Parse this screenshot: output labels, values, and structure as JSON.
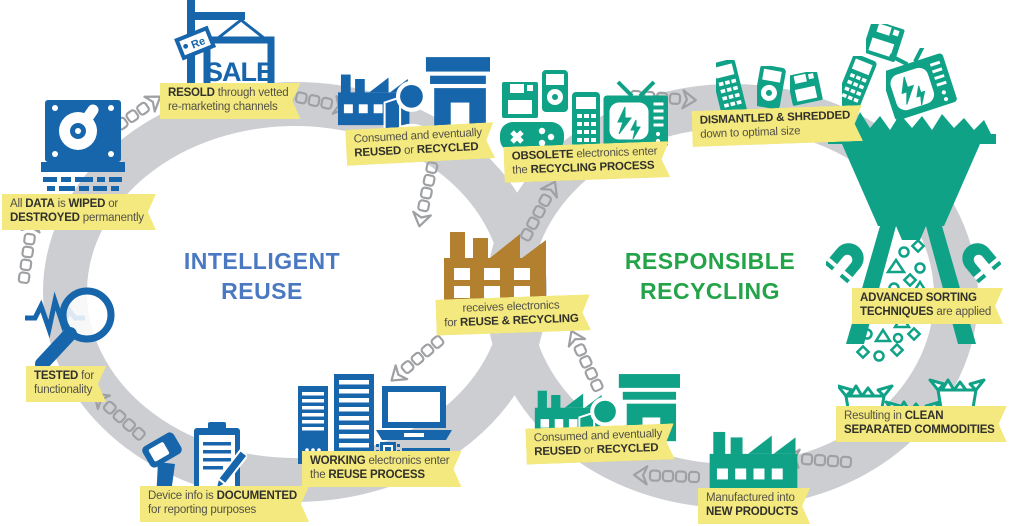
{
  "colors": {
    "blue": "#1766AC",
    "teal": "#0FA287",
    "green": "#24A449",
    "blueTitle": "#4B79C1",
    "brown": "#B2802F",
    "bannerYellow": "#F3E97E",
    "ringGray": "#CDCED1",
    "arrowGray": "#9EA0A3",
    "textDark": "#54514A",
    "textBold": "#31302B"
  },
  "titles": {
    "left": {
      "line1": "INTELLIGENT",
      "line2": "REUSE"
    },
    "right": {
      "line1": "RESPONSIBLE",
      "line2": "RECYCLING"
    }
  },
  "sale_sign": {
    "label": "SALE",
    "tag": "Re"
  },
  "banners": {
    "resold": {
      "lines": [
        [
          {
            "t": "RESOLD",
            "b": 1
          },
          {
            "t": " through vetted",
            "b": 0
          }
        ],
        [
          {
            "t": "re-marketing channels",
            "b": 0
          }
        ]
      ]
    },
    "consumed_blue": {
      "lines": [
        [
          {
            "t": "Consumed and eventually",
            "b": 0
          }
        ],
        [
          {
            "t": "REUSED",
            "b": 1
          },
          {
            "t": " or ",
            "b": 0
          },
          {
            "t": "RECYCLED",
            "b": 1
          }
        ]
      ]
    },
    "data_wiped": {
      "lines": [
        [
          {
            "t": "All ",
            "b": 0
          },
          {
            "t": "DATA",
            "b": 1
          },
          {
            "t": " is ",
            "b": 0
          },
          {
            "t": "WIPED",
            "b": 1
          },
          {
            "t": " or",
            "b": 0
          }
        ],
        [
          {
            "t": "DESTROYED",
            "b": 1
          },
          {
            "t": " permanently",
            "b": 0
          }
        ]
      ]
    },
    "tested": {
      "lines": [
        [
          {
            "t": "TESTED",
            "b": 1
          },
          {
            "t": " for",
            "b": 0
          }
        ],
        [
          {
            "t": "functionality",
            "b": 0
          }
        ]
      ]
    },
    "documented": {
      "lines": [
        [
          {
            "t": "Device info is ",
            "b": 0
          },
          {
            "t": "DOCUMENTED",
            "b": 1
          }
        ],
        [
          {
            "t": "for reporting purposes",
            "b": 0
          }
        ]
      ]
    },
    "working": {
      "lines": [
        [
          {
            "t": "WORKING",
            "b": 1
          },
          {
            "t": " electronics enter",
            "b": 0
          }
        ],
        [
          {
            "t": "the ",
            "b": 0
          },
          {
            "t": "REUSE PROCESS",
            "b": 1
          }
        ]
      ]
    },
    "receives": {
      "lines": [
        [
          {
            "t": "receives electronics",
            "b": 0
          }
        ],
        [
          {
            "t": "for ",
            "b": 0
          },
          {
            "t": "REUSE & RECYCLING",
            "b": 1
          }
        ]
      ]
    },
    "obsolete": {
      "lines": [
        [
          {
            "t": "OBSOLETE",
            "b": 1
          },
          {
            "t": " electronics enter",
            "b": 0
          }
        ],
        [
          {
            "t": "the ",
            "b": 0
          },
          {
            "t": "RECYCLING PROCESS",
            "b": 1
          }
        ]
      ]
    },
    "dismantled": {
      "lines": [
        [
          {
            "t": "DISMANTLED & SHREDDED",
            "b": 1
          }
        ],
        [
          {
            "t": "down to optimal size",
            "b": 0
          }
        ]
      ]
    },
    "sorting": {
      "lines": [
        [
          {
            "t": "ADVANCED SORTING",
            "b": 1
          }
        ],
        [
          {
            "t": "TECHNIQUES",
            "b": 1
          },
          {
            "t": " are applied",
            "b": 0
          }
        ]
      ]
    },
    "clean": {
      "lines": [
        [
          {
            "t": "Resulting in ",
            "b": 0
          },
          {
            "t": "CLEAN",
            "b": 1
          }
        ],
        [
          {
            "t": "SEPARATED COMMODITIES",
            "b": 1
          }
        ]
      ]
    },
    "manufactured": {
      "lines": [
        [
          {
            "t": "Manufactured into",
            "b": 0
          }
        ],
        [
          {
            "t": "NEW PRODUCTS",
            "b": 1
          }
        ]
      ]
    },
    "consumed_teal": {
      "lines": [
        [
          {
            "t": "Consumed and eventually",
            "b": 0
          }
        ],
        [
          {
            "t": "REUSED",
            "b": 1
          },
          {
            "t": " or ",
            "b": 0
          },
          {
            "t": "RECYCLED",
            "b": 1
          }
        ]
      ]
    }
  }
}
